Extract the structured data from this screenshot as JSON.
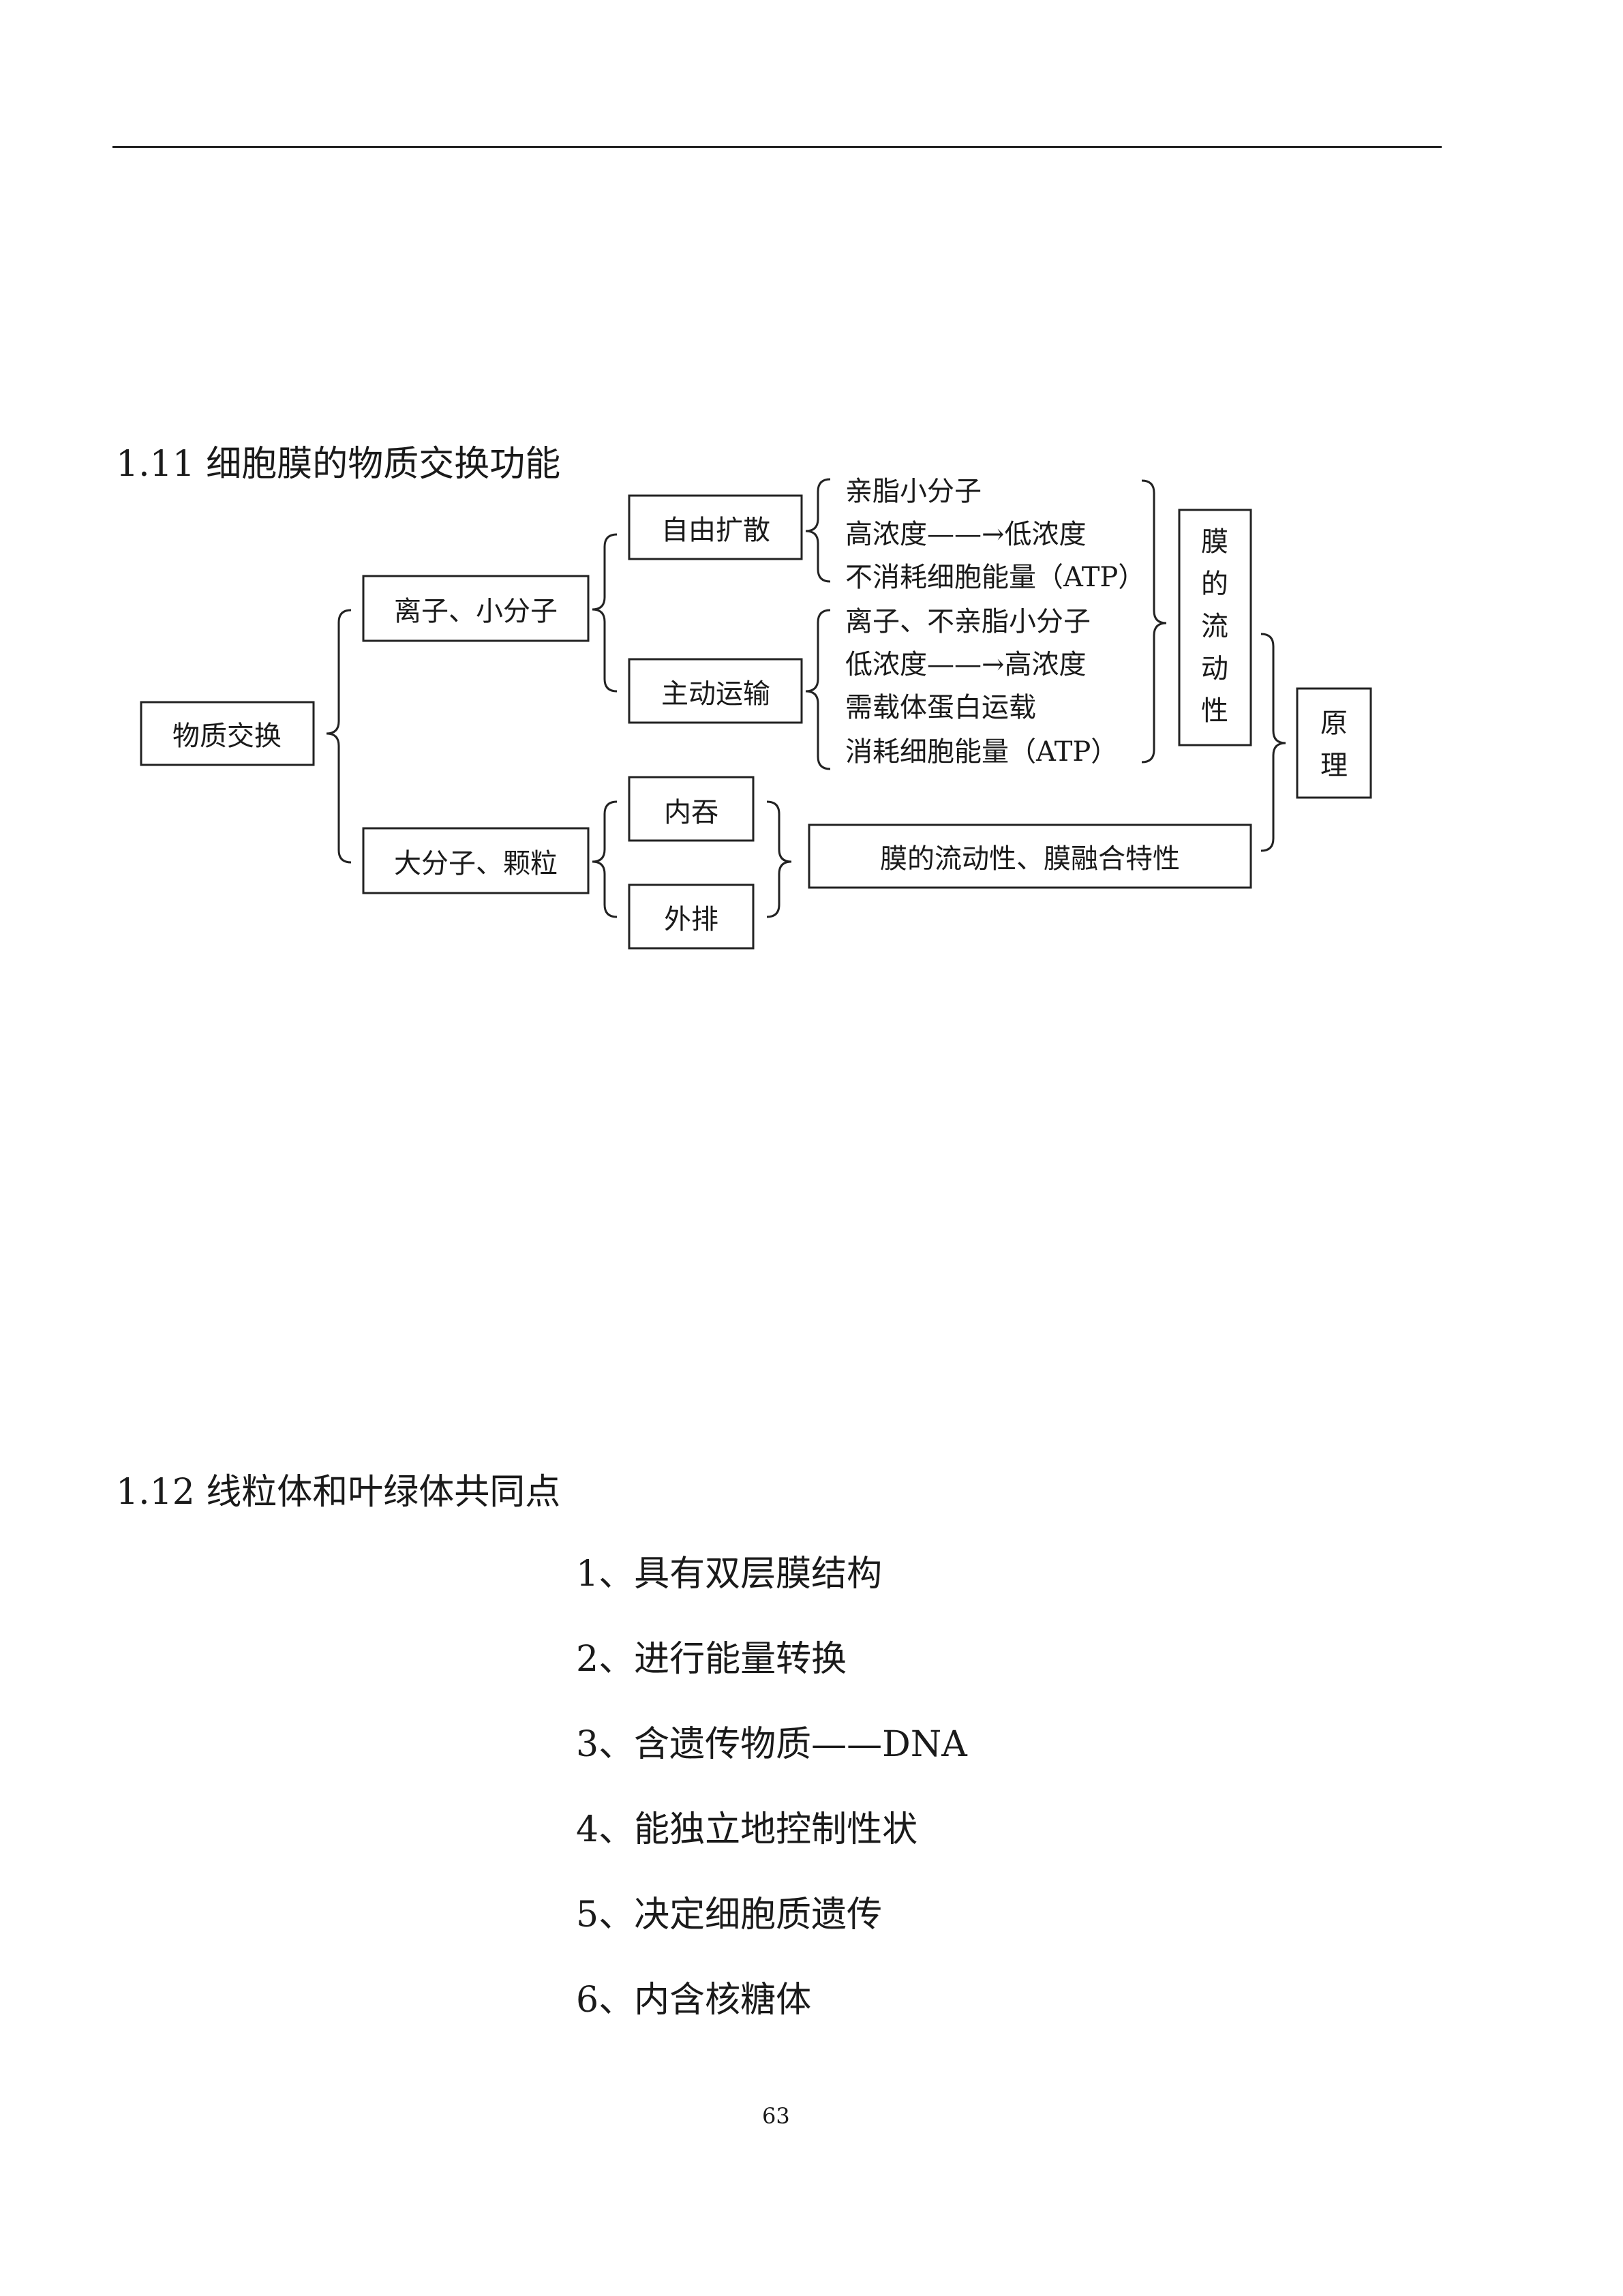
{
  "section_1_11": {
    "title": "1.11 细胞膜的物质交换功能",
    "diagram": {
      "root": "物质交换",
      "branch_small": "离子、小分子",
      "branch_large": "大分子、颗粒",
      "free_diffusion": "自由扩散",
      "active_transport": "主动运输",
      "free_diffusion_features": [
        "亲脂小分子",
        "高浓度——→低浓度",
        "不消耗细胞能量（ATP）"
      ],
      "active_transport_features": [
        "离子、不亲脂小分子",
        "低浓度——→高浓度",
        "需载体蛋白运载",
        "消耗细胞能量（ATP）"
      ],
      "endocytosis": "内吞",
      "exocytosis": "外排",
      "membrane_property": "膜的流动性、膜融合特性",
      "membrane_fluidity_chars": [
        "膜",
        "的",
        "流",
        "动",
        "性"
      ],
      "principle_chars": [
        "原",
        "理"
      ]
    }
  },
  "section_1_12": {
    "title": "1.12 线粒体和叶绿体共同点",
    "items": [
      "1、具有双层膜结构",
      "2、进行能量转换",
      "3、含遗传物质——DNA",
      "4、能独立地控制性状",
      "5、决定细胞质遗传",
      "6、内含核糖体"
    ]
  },
  "page_number": "63"
}
